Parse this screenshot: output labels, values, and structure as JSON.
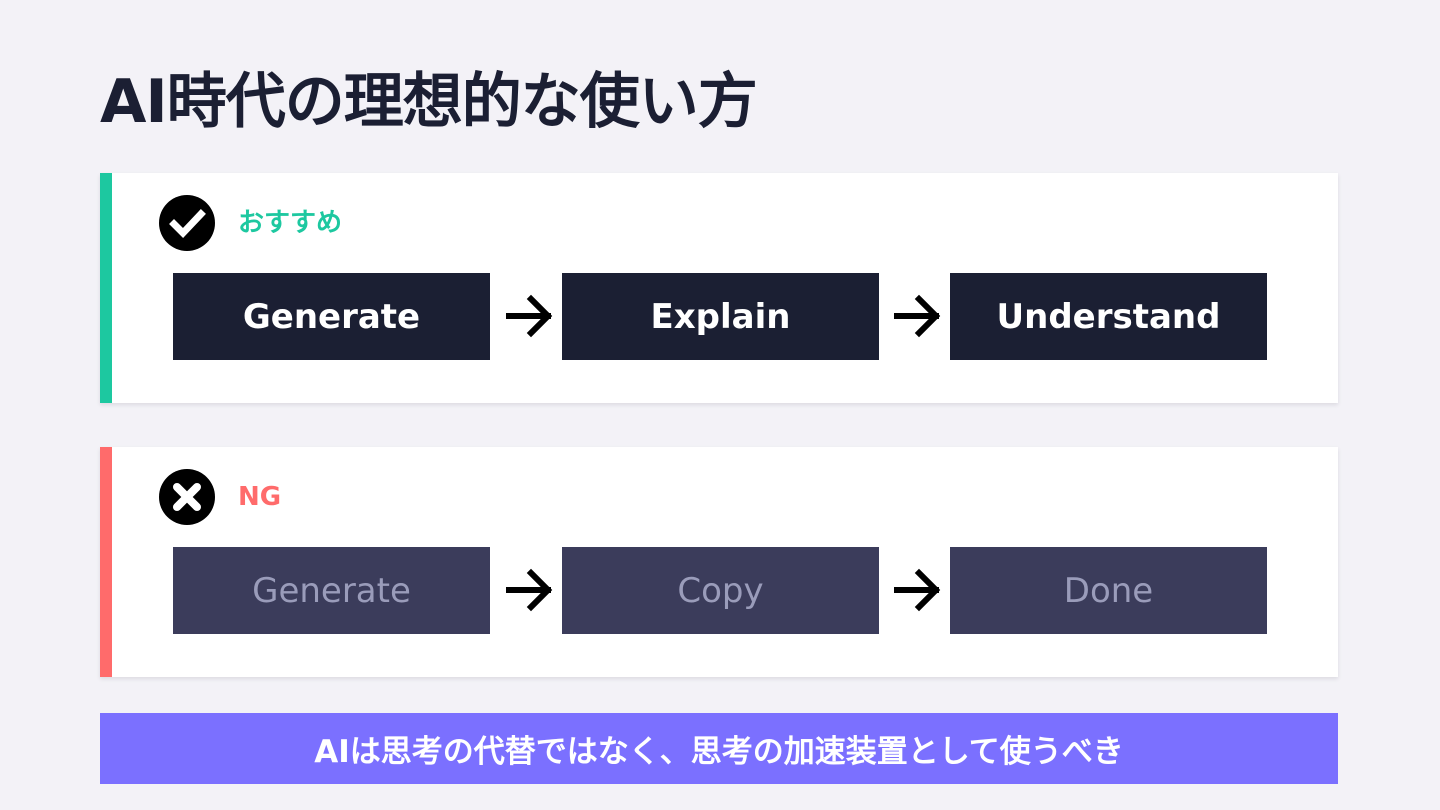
{
  "title": "AI時代の理想的な使い方",
  "recommended": {
    "label": "おすすめ",
    "icon": "check-circle-icon",
    "accent": "#1dc8a0",
    "steps": [
      "Generate",
      "Explain",
      "Understand"
    ]
  },
  "bad": {
    "label": "NG",
    "icon": "x-circle-icon",
    "accent": "#ff6b6b",
    "steps": [
      "Generate",
      "Copy",
      "Done"
    ]
  },
  "footer": {
    "text": "AIは思考の代替ではなく、思考の加速装置として使うべき",
    "color": "#7b70ff"
  },
  "colors": {
    "background": "#f3f2f7",
    "dark": "#1b1f33",
    "muted_step": "#3b3c5b"
  }
}
